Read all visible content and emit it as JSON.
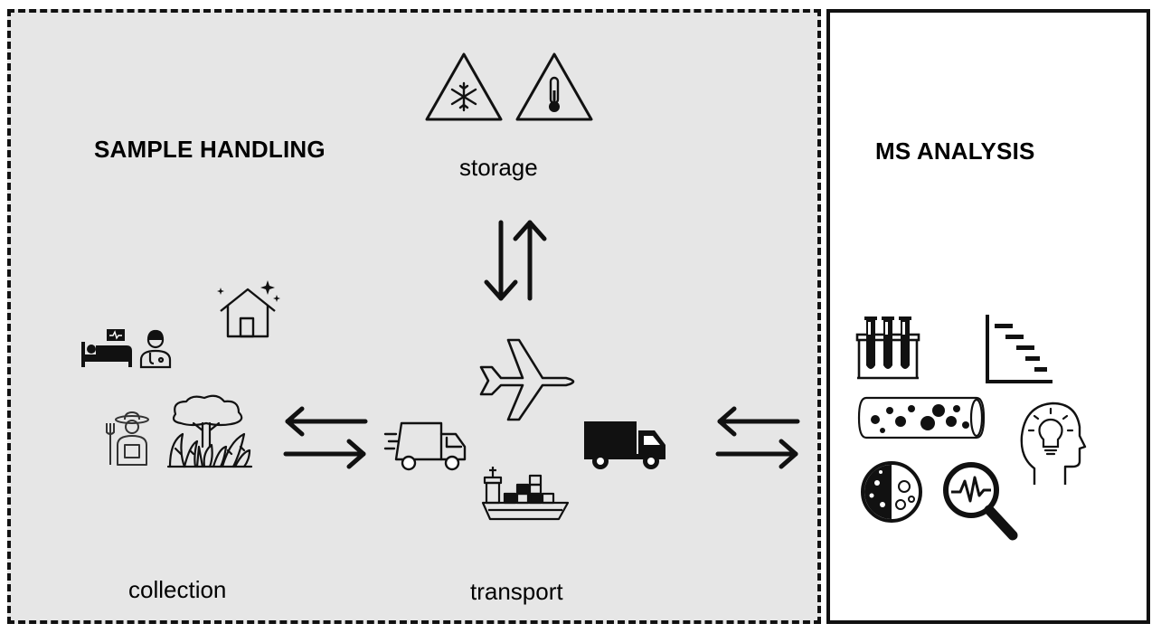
{
  "sample_handling": {
    "title": "SAMPLE HANDLING",
    "storage_label": "storage",
    "collection_label": "collection",
    "transport_label": "transport"
  },
  "ms_analysis": {
    "title": "MS ANALYSIS"
  },
  "colors": {
    "panel_fill": "#e6e6e6",
    "stroke": "#111111"
  },
  "icons": [
    "freeze-warning-icon",
    "temperature-warning-icon",
    "bidirectional-vertical-arrows-icon",
    "house-icon",
    "hospital-bed-icon",
    "doctor-icon",
    "farmer-icon",
    "forest-icon",
    "bidirectional-horizontal-arrows-icon",
    "delivery-truck-icon",
    "airplane-icon",
    "cargo-ship-icon",
    "filled-truck-icon",
    "test-tubes-icon",
    "chromatogram-icon",
    "column-particles-icon",
    "head-lightbulb-icon",
    "petri-dish-icon",
    "signal-magnifier-icon"
  ]
}
